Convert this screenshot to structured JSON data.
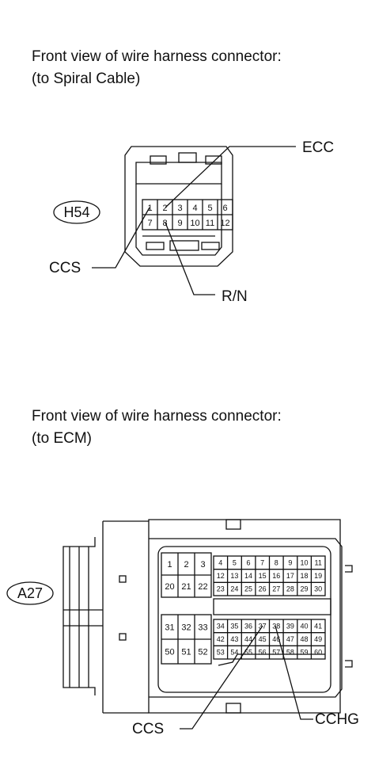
{
  "top_view": {
    "title_line1": "Front view of wire harness connector:",
    "title_line2": "(to Spiral Cable)",
    "connector_id": "H54",
    "pins_row1": [
      "1",
      "2",
      "3",
      "4",
      "5",
      "6"
    ],
    "pins_row2": [
      "7",
      "8",
      "9",
      "10",
      "11",
      "12"
    ],
    "labels": {
      "ecc": "ECC",
      "ccs": "CCS",
      "rn": "R/N"
    }
  },
  "bottom_view": {
    "title_line1": "Front view of wire harness connector:",
    "title_line2": "(to ECM)",
    "connector_id": "A27",
    "left_block_top": [
      [
        "1",
        "2",
        "3"
      ],
      [
        "20",
        "21",
        "22"
      ]
    ],
    "left_block_bottom": [
      [
        "31",
        "32",
        "33"
      ],
      [
        "50",
        "51",
        "52"
      ]
    ],
    "right_block_top": [
      [
        "4",
        "5",
        "6",
        "7",
        "8",
        "9",
        "10",
        "11"
      ],
      [
        "12",
        "13",
        "14",
        "15",
        "16",
        "17",
        "18",
        "19"
      ],
      [
        "23",
        "24",
        "25",
        "26",
        "27",
        "28",
        "29",
        "30"
      ]
    ],
    "right_block_bottom": [
      [
        "34",
        "35",
        "36",
        "37",
        "38",
        "39",
        "40",
        "41"
      ],
      [
        "42",
        "43",
        "44",
        "45",
        "46",
        "47",
        "48",
        "49"
      ],
      [
        "53",
        "54",
        "55",
        "56",
        "57",
        "58",
        "59",
        "60"
      ]
    ],
    "labels": {
      "ccs": "CCS",
      "cchg": "CCHG"
    }
  }
}
